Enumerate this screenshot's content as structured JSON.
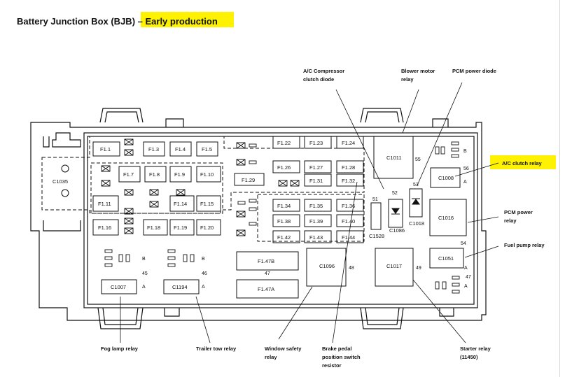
{
  "title": {
    "prefix": "Battery Junction Box (BJB) – ",
    "highlight": "Early production"
  },
  "fuses": [
    "F1.1",
    "F1.3",
    "F1.4",
    "F1.5",
    "F1.7",
    "F1.8",
    "F1.9",
    "F1.10",
    "F1.11",
    "F1.14",
    "F1.15",
    "F1.16",
    "F1.18",
    "F1.19",
    "F1.20",
    "F1.22",
    "F1.23",
    "F1.24",
    "F1.26",
    "F1.27",
    "F1.28",
    "F1.29",
    "F1.31",
    "F1.32",
    "F1.34",
    "F1.35",
    "F1.36",
    "F1.38",
    "F1.39",
    "F1.40",
    "F1.42",
    "F1.43",
    "F1.44",
    "F1.47B",
    "F1.47A"
  ],
  "relays": [
    "C1011",
    "C1008",
    "C1016",
    "C1051",
    "C1096",
    "C1017",
    "C1007",
    "C1194"
  ],
  "small_labels": [
    "C1086",
    "C1018",
    "C1528"
  ],
  "connector": "C1035",
  "numbers": [
    "55",
    "56",
    "52",
    "53",
    "51",
    "54",
    "47",
    "45",
    "46",
    "48",
    "49",
    "47"
  ],
  "letters": [
    "B",
    "A",
    "B",
    "A",
    "B",
    "A",
    "A",
    "A"
  ],
  "callouts": {
    "ac_diode": [
      "A/C Compressor",
      "clutch diode"
    ],
    "blower": [
      "Blower motor",
      "relay"
    ],
    "pcm_diode": "PCM power diode",
    "ac_relay": "A/C clutch relay",
    "pcm_relay": [
      "PCM power",
      "relay"
    ],
    "fuel_pump": "Fuel pump relay",
    "fog": "Fog lamp relay",
    "trailer": "Trailer tow relay",
    "window": [
      "Window safety",
      "relay"
    ],
    "brake": [
      "Brake pedal",
      "position switch",
      "resistor"
    ],
    "starter": [
      "Starter relay",
      "(11450)"
    ]
  },
  "colors": {
    "highlight": "#fff200",
    "ink": "#111111"
  }
}
